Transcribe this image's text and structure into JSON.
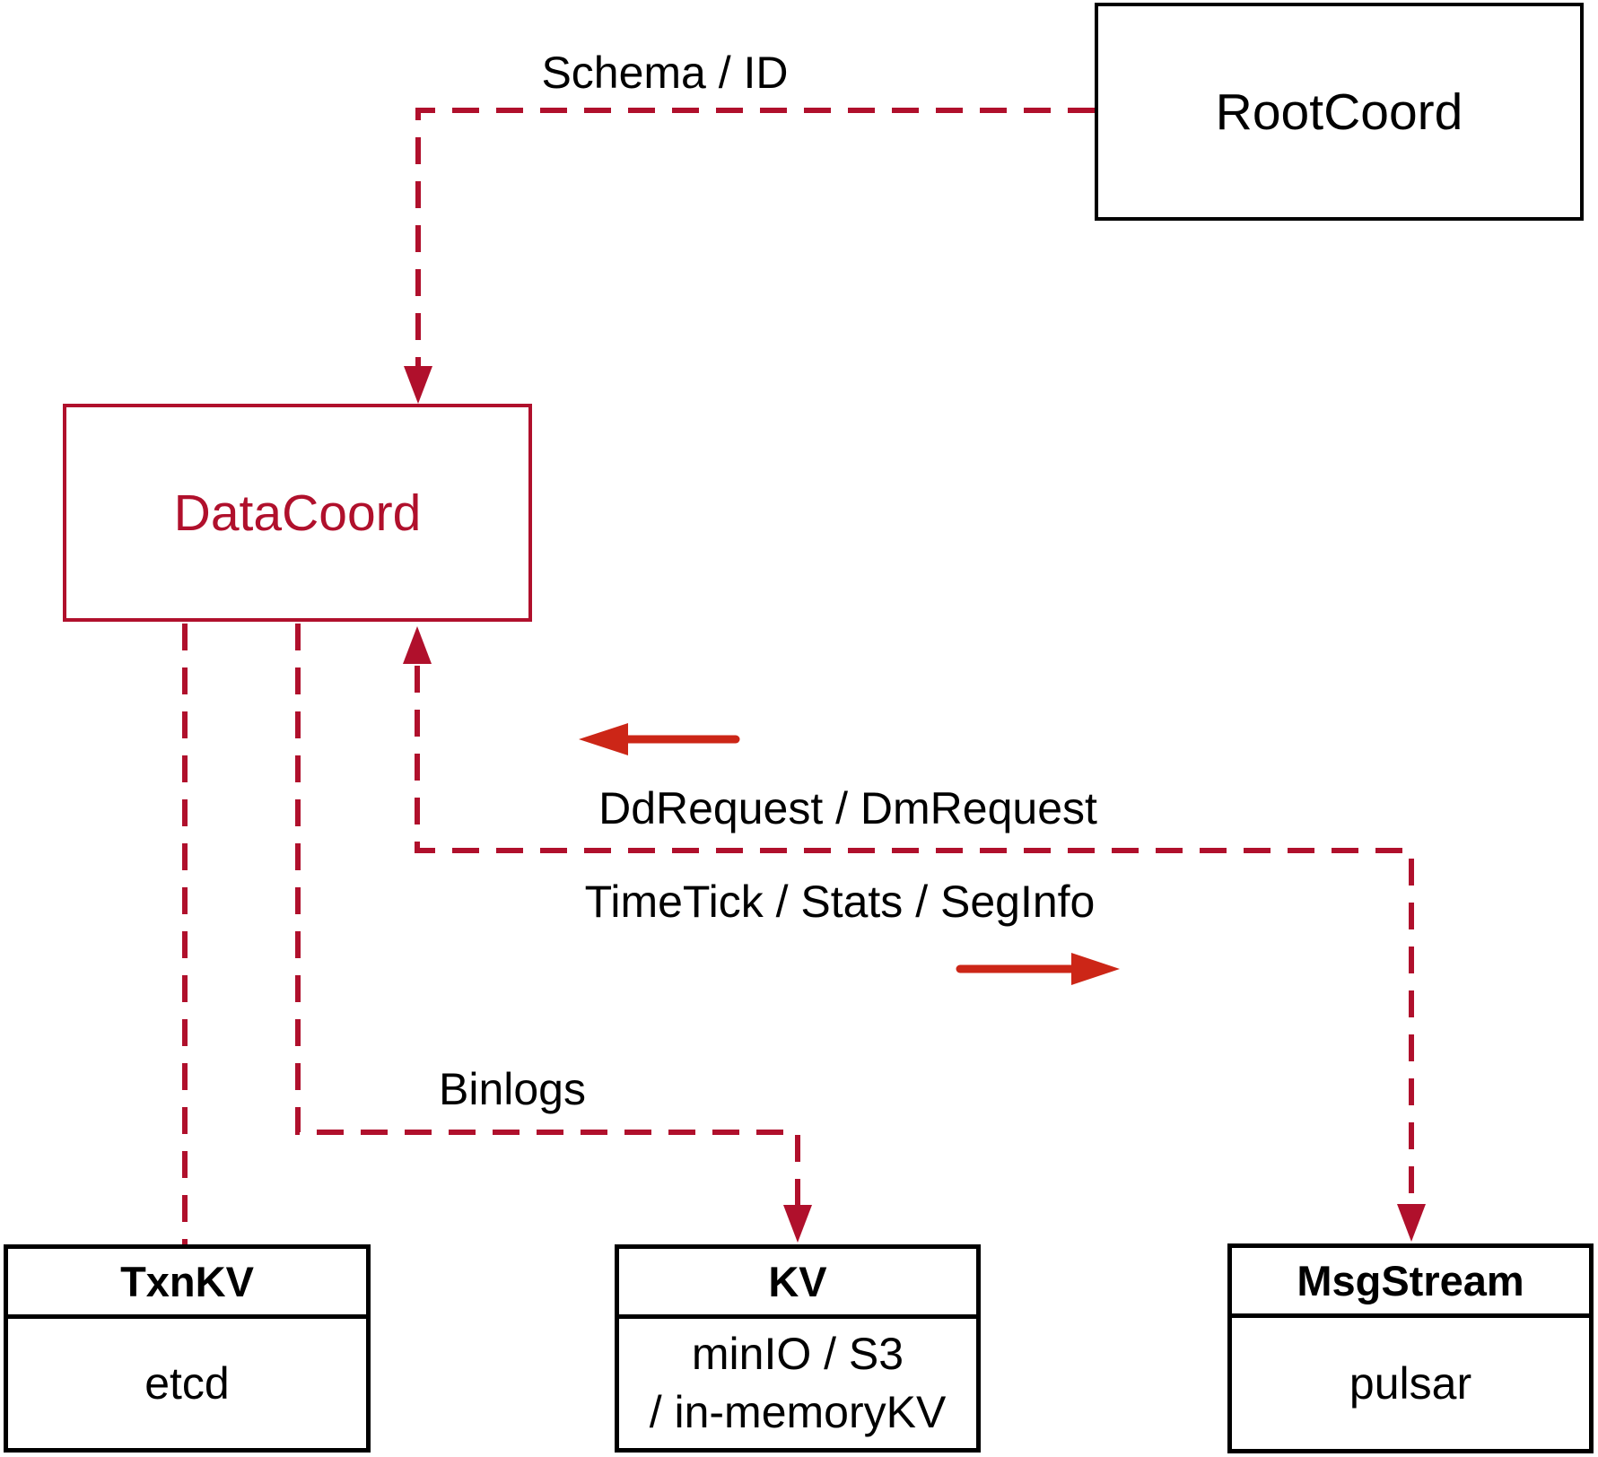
{
  "diagram": {
    "nodes": {
      "rootcoord": {
        "label": "RootCoord"
      },
      "datacoord": {
        "label": "DataCoord"
      },
      "txnkv": {
        "header": "TxnKV",
        "body": [
          "etcd"
        ]
      },
      "kv": {
        "header": "KV",
        "body": [
          "minIO / S3",
          "/ in-memoryKV"
        ]
      },
      "msgstream": {
        "header": "MsgStream",
        "body": [
          "pulsar"
        ]
      }
    },
    "edge_labels": {
      "schema_id": "Schema / ID",
      "dd_dm_request": "DdRequest / DmRequest",
      "timetick_stats_seginfo": "TimeTick / Stats / SegInfo",
      "binlogs": "Binlogs"
    },
    "edges": [
      {
        "from": "RootCoord",
        "to": "DataCoord",
        "label": "Schema / ID",
        "style": "dashed-arrow"
      },
      {
        "from": "DataCoord",
        "to": "TxnKV",
        "label": "",
        "style": "dashed"
      },
      {
        "from": "DataCoord",
        "to": "KV",
        "label": "Binlogs",
        "style": "dashed-arrow"
      },
      {
        "from": "MsgStream",
        "to": "DataCoord",
        "label": "DdRequest / DmRequest",
        "style": "dashed-arrow"
      },
      {
        "from": "DataCoord",
        "to": "MsgStream",
        "label": "TimeTick / Stats / SegInfo",
        "style": "dashed-arrow"
      }
    ],
    "colors": {
      "connector_crimson": "#b0102c",
      "solid_arrow_red": "#cc2617",
      "node_border_black": "#000000",
      "background": "#ffffff"
    }
  }
}
